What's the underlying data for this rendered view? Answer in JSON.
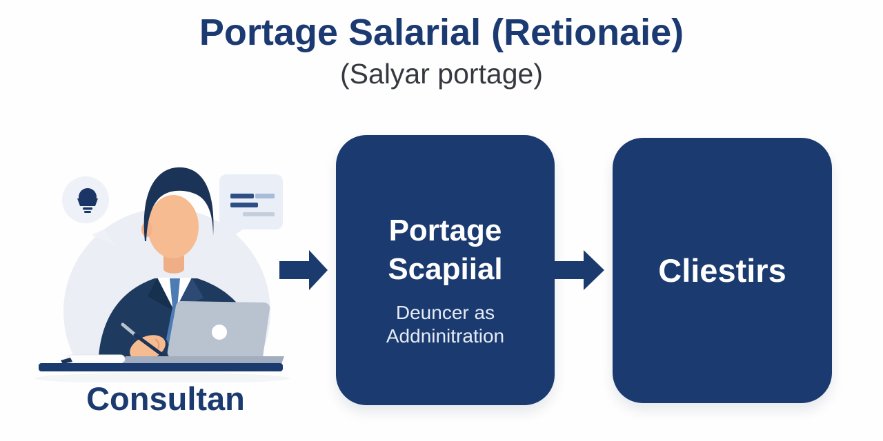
{
  "page": {
    "title": "Portage Salarial (Retionaie)",
    "subtitle": "(Salyar portage)"
  },
  "diagram": {
    "consultant": {
      "label": "Consultan",
      "icons": {
        "idea_bubble": "lightbulb-bubble-icon",
        "message_bubble": "chat-bubble-icon",
        "laptop": "laptop-icon",
        "pen": "pen-icon",
        "desk": "desk-icon"
      }
    },
    "company_box": {
      "title_line1": "Portage",
      "title_line2": "Scapiial",
      "subtitle_line1": "Deuncer as",
      "subtitle_line2": "Addninitration"
    },
    "clients_box": {
      "label": "Cliestirs"
    },
    "arrows": [
      "consultant-to-company",
      "company-to-clients"
    ]
  },
  "colors": {
    "heading_navy": "#1c3a72",
    "box_navy": "#1a3a70",
    "arrow_navy": "#1b3a6e",
    "subtitle_gray": "#35383e",
    "skin": "#f6bb90",
    "tie_blue": "#4d7cb5",
    "hair_navy": "#1b3356",
    "laptop_gray": "#b9c3d0",
    "bubble_bg": "#e9eef7",
    "circle_bg": "#ebeef4"
  }
}
